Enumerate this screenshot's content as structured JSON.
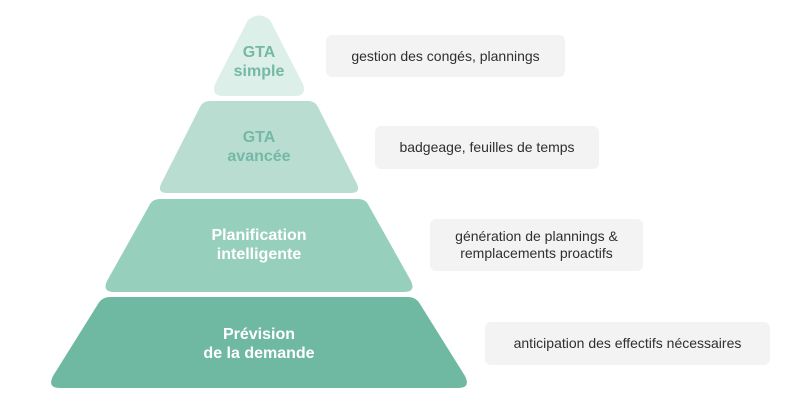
{
  "colors": {
    "tier1": "#dcefe9",
    "tier2": "#b9ddd1",
    "tier3": "#97cfbd",
    "tier4": "#6fb9a2",
    "label_light": "#74b9a5",
    "label_dark": "#ffffff",
    "box_bg": "#f3f3f3",
    "box_text": "#2f2f2f"
  },
  "tiers": [
    {
      "label_line1": "GTA",
      "label_line2": "simple",
      "description_line1": "gestion des congés, plannings",
      "description_line2": ""
    },
    {
      "label_line1": "GTA",
      "label_line2": "avancée",
      "description_line1": "badgeage, feuilles de temps",
      "description_line2": ""
    },
    {
      "label_line1": "Planification",
      "label_line2": "intelligente",
      "description_line1": "génération de plannings &",
      "description_line2": "remplacements proactifs"
    },
    {
      "label_line1": "Prévision",
      "label_line2": "de la demande",
      "description_line1": "anticipation des effectifs nécessaires",
      "description_line2": ""
    }
  ]
}
